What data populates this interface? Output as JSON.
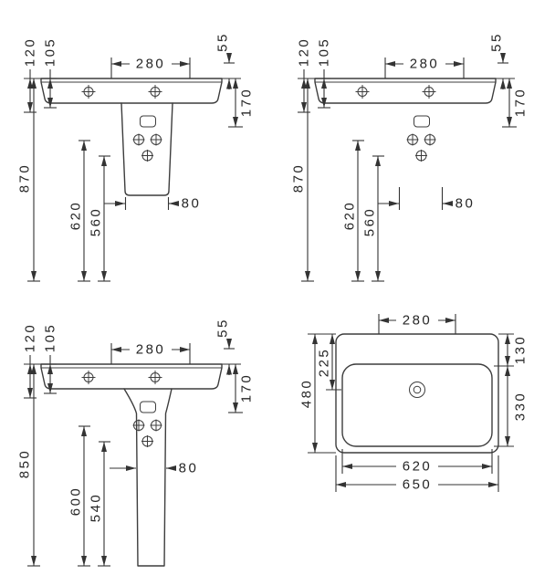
{
  "colors": {
    "ink": "#333333",
    "background": "#ffffff"
  },
  "views": {
    "tl": {
      "d120": "120",
      "d105": "105",
      "d280": "280",
      "d55": "55",
      "d170": "170",
      "d870": "870",
      "d620": "620",
      "d560": "560",
      "d80": "80"
    },
    "tr": {
      "d120": "120",
      "d105": "105",
      "d280": "280",
      "d55": "55",
      "d170": "170",
      "d870": "870",
      "d620": "620",
      "d560": "560",
      "d80": "80"
    },
    "bl": {
      "d120": "120",
      "d105": "105",
      "d280": "280",
      "d55": "55",
      "d170": "170",
      "d850": "850",
      "d600": "600",
      "d540": "540",
      "d80": "80"
    },
    "br": {
      "d280": "280",
      "d130": "130",
      "d330": "330",
      "d480": "480",
      "d225": "225",
      "d620": "620",
      "d650": "650"
    }
  }
}
